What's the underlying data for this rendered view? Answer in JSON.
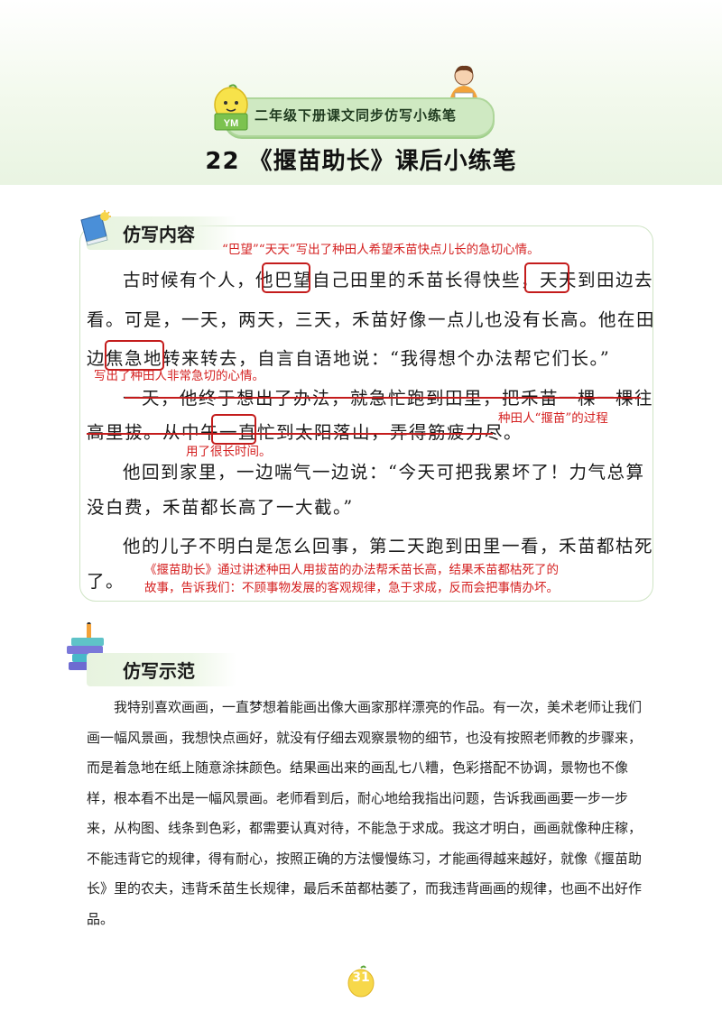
{
  "header": {
    "series_title": "二年级下册课文同步仿写小练笔",
    "lesson_title": "22 《揠苗助长》课后小练笔",
    "mascot_letters": "YM"
  },
  "section1": {
    "label": "仿写内容",
    "paragraphs": {
      "p1_l1": "古时候有个人，他巴望自己田里的禾苗长得快些，天天到田边去",
      "p1_l2": "看。可是，一天，两天，三天，禾苗好像一点儿也没有长高。他在田",
      "p1_l3": "边焦急地转来转去，自言自语地说：“我得想个办法帮它们长。”",
      "p2_l1": "一天，他终于想出了办法，就急忙跑到田里，把禾苗一棵一棵往",
      "p2_l2": "高里拔。从中午一直忙到太阳落山，弄得筋疲力尽。",
      "p3_l1": "他回到家里，一边喘气一边说：“今天可把我累坏了！力气总算",
      "p3_l2": "没白费，禾苗都长高了一大截。”",
      "p4_l1": "他的儿子不明白是怎么回事，第二天跑到田里一看，禾苗都枯死",
      "p4_l2": "了。"
    },
    "notes": {
      "n1": "“巴望”“天天”写出了种田人希望禾苗快点儿长的急切心情。",
      "n2": "写出了种田人非常急切的心情。",
      "n3": "种田人“揠苗”的过程",
      "n4": "用了很长时间。",
      "n5_l1": "《揠苗助长》通过讲述种田人用拔苗的办法帮禾苗长高，结果禾苗都枯死了的",
      "n5_l2": "故事，告诉我们：不顾事物发展的客观规律，急于求成，反而会把事情办坏。"
    }
  },
  "section2": {
    "label": "仿写示范",
    "text": "我特别喜欢画画，一直梦想着能画出像大画家那样漂亮的作品。有一次，美术老师让我们画一幅风景画，我想快点画好，就没有仔细去观察景物的细节，也没有按照老师教的步骤来，而是着急地在纸上随意涂抹颜色。结果画出来的画乱七八糟，色彩搭配不协调，景物也不像样，根本看不出是一幅风景画。老师看到后，耐心地给我指出问题，告诉我画画要一步一步来，从构图、线条到色彩，都需要认真对待，不能急于求成。我这才明白，画画就像种庄稼，不能违背它的规律，得有耐心，按照正确的方法慢慢练习，才能画得越来越好，就像《揠苗助长》里的农夫，违背禾苗生长规律，最后禾苗都枯萎了，而我违背画画的规律，也画不出好作品。"
  },
  "footer": {
    "page_number": "31"
  },
  "colors": {
    "accent_green": "#cfe9c2",
    "annotation_red": "#d42020",
    "box_border": "#cfe4c5"
  }
}
